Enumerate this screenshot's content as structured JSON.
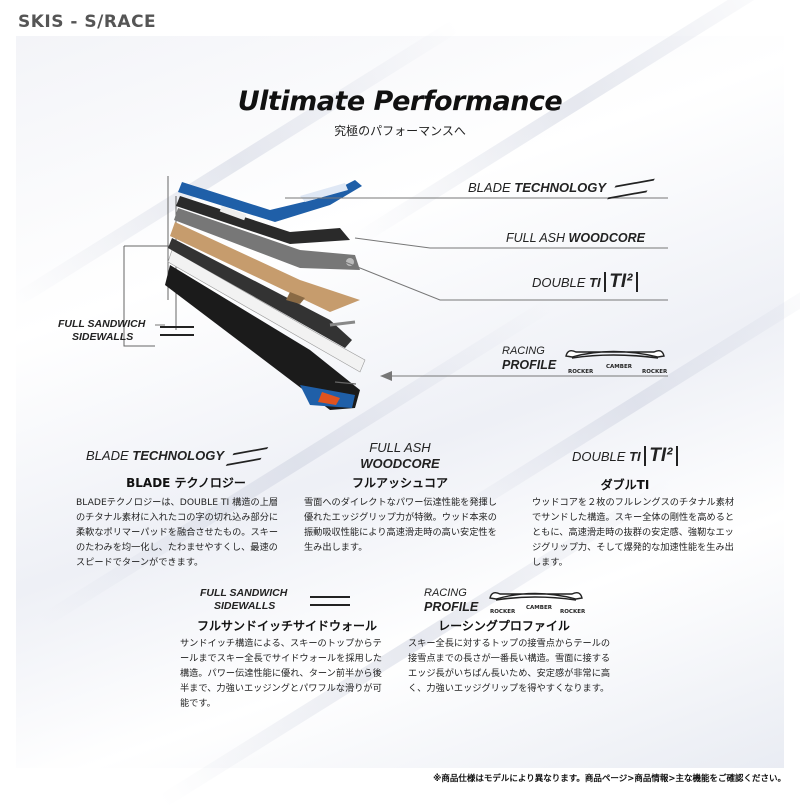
{
  "category": "SKIS - S/RACE",
  "title": "Ultimate Performance",
  "subtitle": "究極のパフォーマンスへ",
  "diagram_labels": {
    "blade": {
      "thin": "BLADE",
      "bold": "TECHNOLOGY"
    },
    "woodcore": {
      "thin": "FULL ASH",
      "bold": "WOODCORE"
    },
    "doubleti": {
      "thin": "DOUBLE",
      "bold": "TI",
      "mark": "TI²"
    },
    "sidewalls": {
      "line1": "FULL SANDWICH",
      "line2": "SIDEWALLS"
    },
    "profile": {
      "line1": "RACING",
      "line2": "PROFILE",
      "segments": [
        "ROCKER",
        "CAMBER",
        "ROCKER"
      ]
    }
  },
  "sections": {
    "blade": {
      "thin": "BLADE",
      "bold": "TECHNOLOGY",
      "title": "BLADE テクノロジー",
      "body": "BLADEテクノロジーは、DOUBLE TI 構造の上層のチタナル素材に入れたコの字の切れ込み部分に柔軟なポリマーパッドを融合させたもの。スキーのたわみを均一化し、たわませやすくし、最速のスピードでターンができます。"
    },
    "woodcore": {
      "thin": "FULL ASH",
      "bold": "WOODCORE",
      "title": "フルアッシュコア",
      "body": "雪面へのダイレクトなパワー伝達性能を発揮し優れたエッジグリップ力が特徴。ウッド本来の振動吸収性能により高速滑走時の高い安定性を生み出します。"
    },
    "doubleti": {
      "thin": "DOUBLE",
      "bold": "TI",
      "mark": "TI²",
      "title": "ダブルTI",
      "body": "ウッドコアを２枚のフルレングスのチタナル素材でサンドした構造。スキー全体の剛性を高めるとともに、高速滑走時の抜群の安定感、強靭なエッジグリップ力、そして爆発的な加速性能を生み出します。"
    },
    "sidewalls": {
      "line1": "FULL SANDWICH",
      "line2": "SIDEWALLS",
      "title": "フルサンドイッチサイドウォール",
      "body": "サンドイッチ構造による、スキーのトップからテールまでスキー全長でサイドウォールを採用した構造。パワー伝達性能に優れ、ターン前半から後半まで、力強いエッジングとパワフルな滑りが可能です。"
    },
    "profile": {
      "line1": "RACING",
      "line2": "PROFILE",
      "segments": [
        "ROCKER",
        "CAMBER",
        "ROCKER"
      ],
      "title": "レーシングプロファイル",
      "body": "スキー全長に対するトップの接雪点からテールの接雪点までの長さが一番長い構造。雪面に接するエッジ長がいちばん長いため、安定感が非常に高く、力強いエッジグリップを得やすくなります。"
    }
  },
  "footnote": "※商品仕様はモデルにより異なります。商品ページ>商品情報>主な機能をご確認ください。",
  "colors": {
    "blue": "#1f5fa8",
    "orange": "#e0531f",
    "wood": "#c69c6d",
    "dark": "#1b1b1b"
  }
}
